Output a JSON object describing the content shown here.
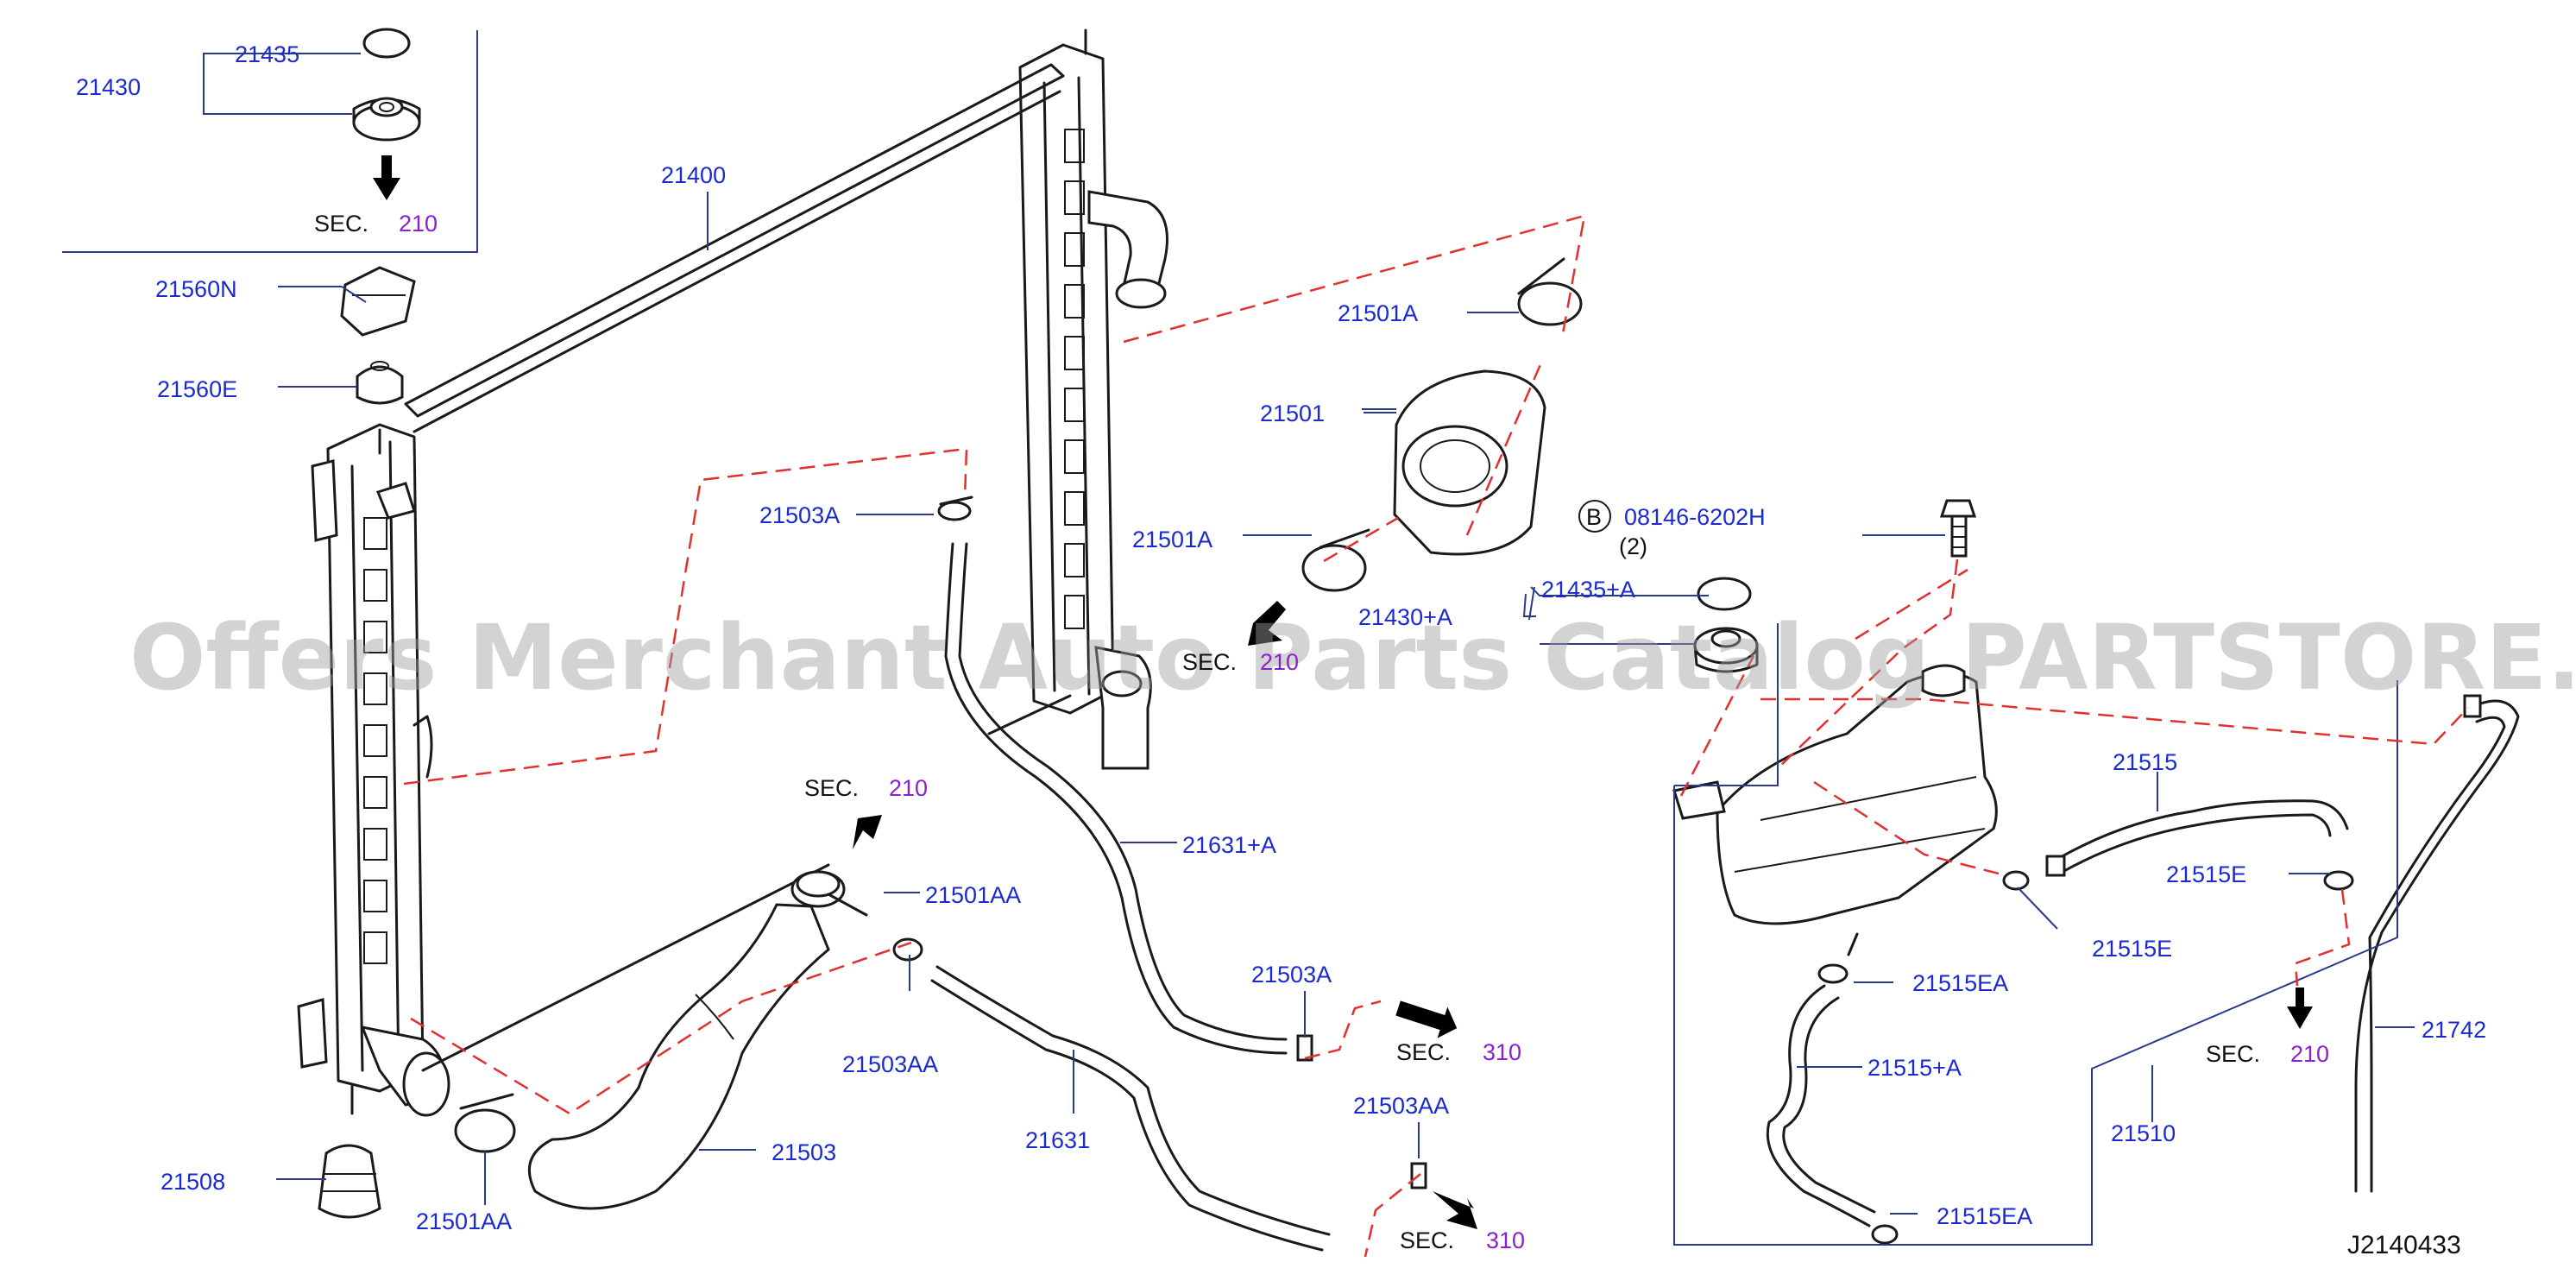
{
  "watermark": "Offers Merchant Auto Parts Catalog PARTSTORE.SA",
  "diagram_code": "J2140433",
  "bolt_marker": "B",
  "bolt_part": "08146-6202H",
  "bolt_qty": "(2)",
  "sec_prefix": "SEC.",
  "labels": {
    "p21430": "21430",
    "p21435": "21435",
    "p21400": "21400",
    "p21560N": "21560N",
    "p21560E": "21560E",
    "p21503A_top": "21503A",
    "p21501A_top": "21501A",
    "p21501": "21501",
    "p21501A_mid": "21501A",
    "p21435A": "21435+A",
    "p21430A": "21430+A",
    "p21631A": "21631+A",
    "p21501AA_right": "21501AA",
    "p21503A_bot": "21503A",
    "p21503AA_left": "21503AA",
    "p21503AA_right": "21503AA",
    "p21631": "21631",
    "p21503": "21503",
    "p21508": "21508",
    "p21501AA_left": "21501AA",
    "p21515": "21515",
    "p21515E_right": "21515E",
    "p21515E_mid": "21515E",
    "p21515EA_top": "21515EA",
    "p21515A": "21515+A",
    "p21515EA_bot": "21515EA",
    "p21510": "21510",
    "p21742": "21742"
  },
  "sections": {
    "s1": "210",
    "s2": "210",
    "s3": "210",
    "s4": "310",
    "s5": "310",
    "s6": "210"
  }
}
